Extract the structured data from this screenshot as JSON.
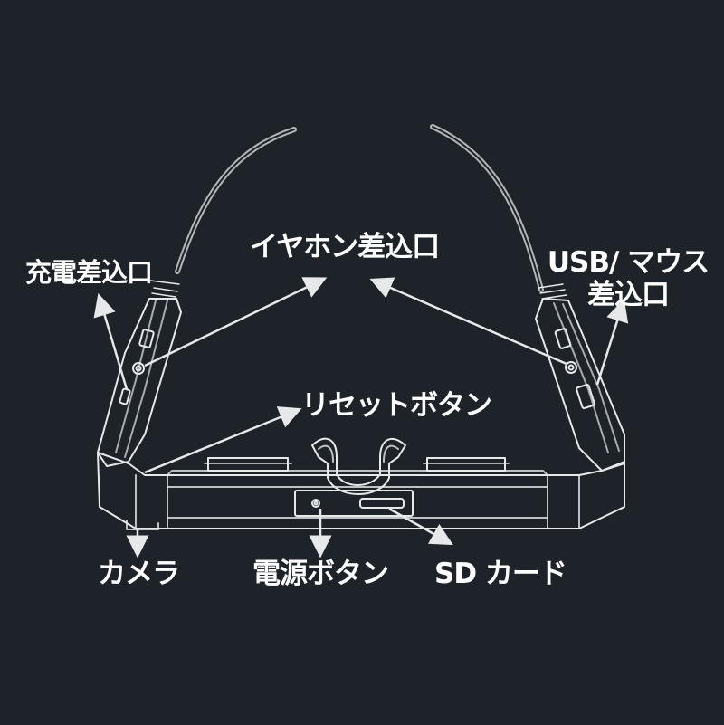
{
  "colors": {
    "background": "#1e232a",
    "line": "#e6e8ea",
    "text": "#ffffff"
  },
  "labels": {
    "charging_port": "充電差込口",
    "earphone_port": "イヤホン差込口",
    "usb_mouse_port_line1": "USB/ マウス",
    "usb_mouse_port_line2": "差込口",
    "reset_button": "リセットボタン",
    "camera": "カメラ",
    "power_button": "電源ボタン",
    "sd_card": "SD カード"
  }
}
